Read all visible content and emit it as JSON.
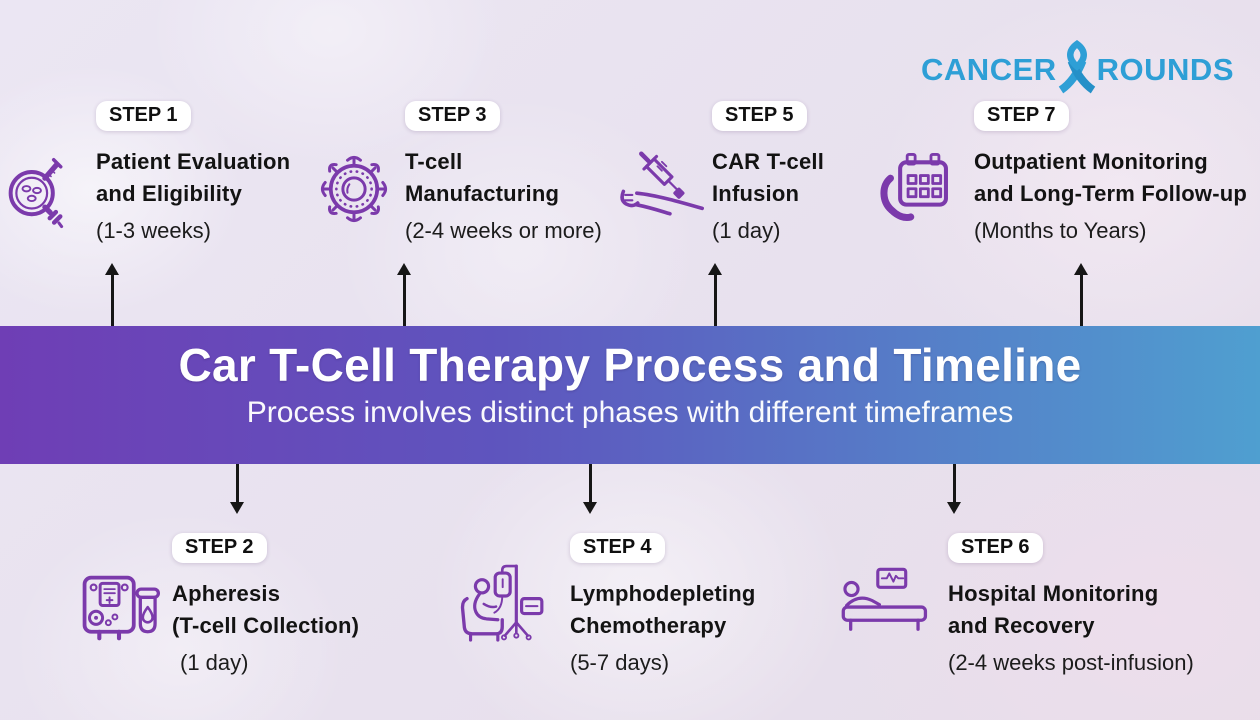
{
  "brand": {
    "name_left": "CANCER",
    "name_right": "ROUNDS",
    "color": "#2E9FD6",
    "ribbon_icon": "awareness-ribbon"
  },
  "banner": {
    "title": "Car T-Cell Therapy Process and Timeline",
    "subtitle": "Process involves distinct phases with different timeframes",
    "gradient_left": "#6F3EB5",
    "gradient_right": "#4F9FD0"
  },
  "steps_top": [
    {
      "badge": "STEP 1",
      "title_line1": "Patient Evaluation",
      "title_line2": "and Eligibility",
      "duration": "(1-3 weeks)",
      "icon": "evaluation-magnifier-icon"
    },
    {
      "badge": "STEP 3",
      "title_line1": "T-cell",
      "title_line2": "Manufacturing",
      "duration": "(2-4 weeks or more)",
      "icon": "t-cell-icon"
    },
    {
      "badge": "STEP 5",
      "title_line1": "CAR T-cell",
      "title_line2": "Infusion",
      "duration": "(1 day)",
      "icon": "infusion-syringe-arm-icon"
    },
    {
      "badge": "STEP 7",
      "title_line1": "Outpatient Monitoring",
      "title_line2": "and Long-Term Follow-up",
      "duration": "(Months to Years)",
      "icon": "calendar-phone-icon"
    }
  ],
  "steps_bottom": [
    {
      "badge": "STEP 2",
      "title_line1": "Apheresis",
      "title_line2": "(T-cell Collection)",
      "duration": "(1 day)",
      "icon": "apheresis-machine-icon"
    },
    {
      "badge": "STEP 4",
      "title_line1": "Lymphodepleting",
      "title_line2": "Chemotherapy",
      "duration": "(5-7 days)",
      "icon": "chemo-infusion-chair-icon"
    },
    {
      "badge": "STEP 6",
      "title_line1": "Hospital Monitoring",
      "title_line2": "and Recovery",
      "duration": "(2-4 weeks post-infusion)",
      "icon": "hospital-bed-icon"
    }
  ],
  "colors": {
    "background": "#E9E3F0",
    "icon_purple": "#7B3AAB",
    "arrow": "#161616",
    "badge_bg": "#FFFFFF",
    "text": "#141414"
  }
}
